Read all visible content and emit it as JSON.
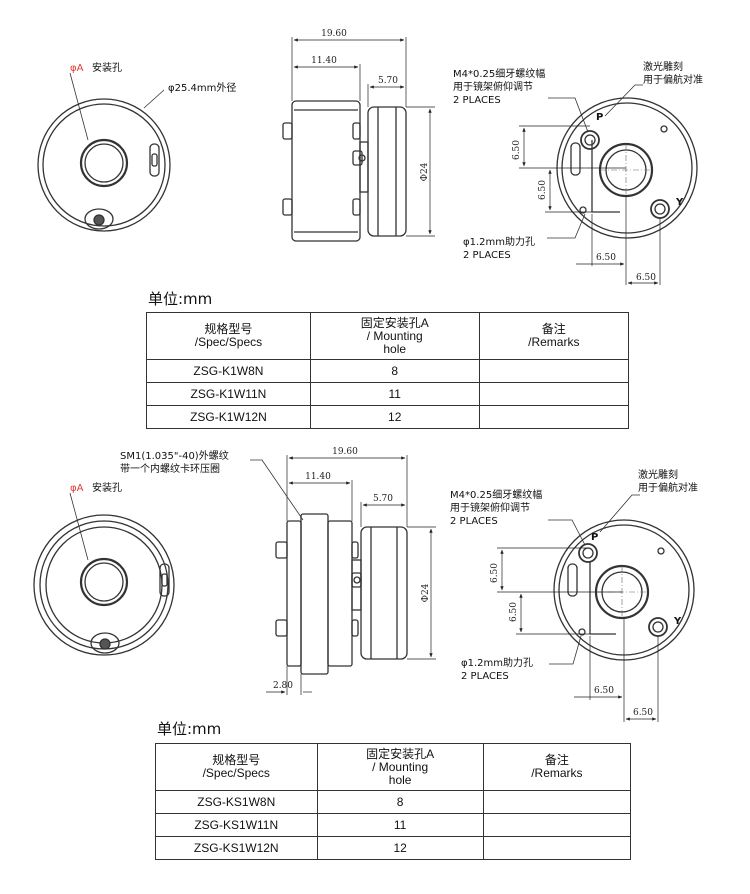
{
  "block1": {
    "front_labels": {
      "hole_symbol": "φA",
      "hole_text": "安装孔",
      "outer_dia": "φ25.4mm外径"
    },
    "side_dims": {
      "total": "19.60",
      "part": "11.40",
      "right": "5.70",
      "dia": "Φ24"
    },
    "rear_labels": {
      "thread_line1": "M4*0.25细牙螺纹幅",
      "thread_line2": "用于镜架俯仰调节",
      "thread_line3": "2 PLACES",
      "laser_line1": "激光雕刻",
      "laser_line2": "用于偏航对准",
      "pin_line1": "φ1.2mm助力孔",
      "pin_line2": "2 PLACES",
      "mark_p": "P",
      "mark_y": "Y",
      "dim_v1": "6.50",
      "dim_v2": "6.50",
      "dim_h1": "6.50",
      "dim_h2": "6.50"
    },
    "unit_label": "单位:mm",
    "table": {
      "headers": [
        "规格型号\n/Spec/Specs",
        "固定安装孔A\n/ Mounting\nhole",
        "备注\n/Remarks"
      ],
      "rows": [
        [
          "ZSG-K1W8N",
          "8",
          ""
        ],
        [
          "ZSG-K1W11N",
          "11",
          ""
        ],
        [
          "ZSG-K1W12N",
          "12",
          ""
        ]
      ]
    }
  },
  "block2": {
    "front_labels": {
      "hole_symbol": "φA",
      "hole_text": "安装孔"
    },
    "sm1_line1": "SM1(1.035\"-40)外螺纹",
    "sm1_line2": "带一个内螺纹卡环压圈",
    "side_dims": {
      "total": "19.60",
      "part": "11.40",
      "right": "5.70",
      "dia": "Φ24",
      "flange": "2.80"
    },
    "rear_labels": {
      "thread_line1": "M4*0.25细牙螺纹幅",
      "thread_line2": "用于镜架俯仰调节",
      "thread_line3": "2 PLACES",
      "laser_line1": "激光雕刻",
      "laser_line2": "用于偏航对准",
      "pin_line1": "φ1.2mm助力孔",
      "pin_line2": "2 PLACES",
      "mark_p": "P",
      "mark_y": "Y",
      "dim_v1": "6.50",
      "dim_v2": "6.50",
      "dim_h1": "6.50",
      "dim_h2": "6.50"
    },
    "unit_label": "单位:mm",
    "table": {
      "headers": [
        "规格型号\n/Spec/Specs",
        "固定安装孔A\n/ Mounting\nhole",
        "备注\n/Remarks"
      ],
      "rows": [
        [
          "ZSG-KS1W8N",
          "8",
          ""
        ],
        [
          "ZSG-KS1W11N",
          "11",
          ""
        ],
        [
          "ZSG-KS1W12N",
          "12",
          ""
        ]
      ]
    }
  },
  "colors": {
    "line": "#333333",
    "accent_red": "#e53935"
  }
}
